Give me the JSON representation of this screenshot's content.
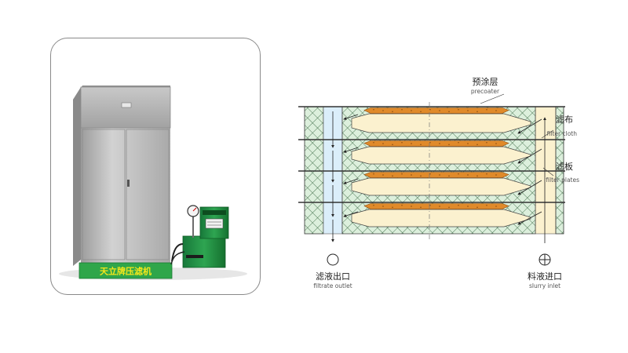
{
  "photo": {
    "machine_label": "天立牌压滤机"
  },
  "diagram": {
    "precoater": {
      "cn": "预涂层",
      "en": "precoater"
    },
    "filter_cloth": {
      "cn": "滤布",
      "en": "filter cloth"
    },
    "filter_plates": {
      "cn": "滤板",
      "en": "filter plates"
    },
    "filtrate_outlet": {
      "cn": "滤液出口",
      "en": "filtrate outlet"
    },
    "slurry_inlet": {
      "cn": "料液进口",
      "en": "slurry inlet"
    }
  },
  "colors": {
    "cabinet": "#b9b9b9",
    "plaque_green": "#2fa64a",
    "machine_green": "#1e8a3c",
    "mesh": "#d8ecd8",
    "flow_blue": "#dbeefa",
    "slurry": "#fbf1cf",
    "precoat": "#e08a2a"
  }
}
